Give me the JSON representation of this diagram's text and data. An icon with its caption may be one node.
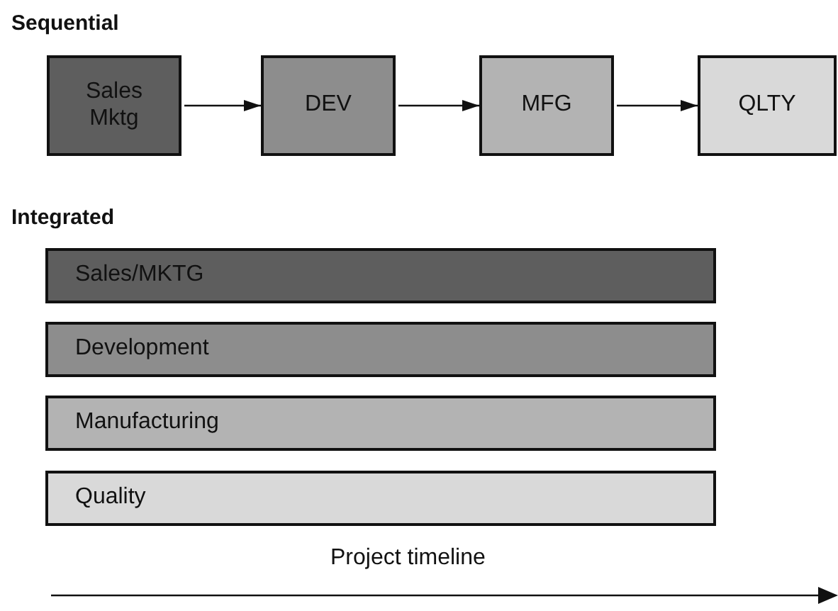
{
  "diagram": {
    "nodes": [
      {
        "text": [
          "Sales Mktg"
        ]
      },
      {
        "text": [
          "DEV"
        ]
      },
      {
        "text": [
          "MFG"
        ]
      },
      {
        "text": [
          "QLTY"
        ]
      },
      {
        "text": [
          "Sales/MKTG"
        ]
      },
      {
        "text": [
          "Development"
        ]
      },
      {
        "text": [
          "Manufacturing"
        ]
      },
      {
        "text": [
          "Quality"
        ]
      }
    ],
    "edges": [
      {
        "from": 0,
        "to": 1,
        "arrow": "to"
      },
      {
        "from": 1,
        "to": 2,
        "arrow": "to"
      },
      {
        "from": 2,
        "to": 3,
        "arrow": "to"
      }
    ],
    "labels": [
      "Sequential",
      "Integrated",
      "Project timeline"
    ]
  }
}
